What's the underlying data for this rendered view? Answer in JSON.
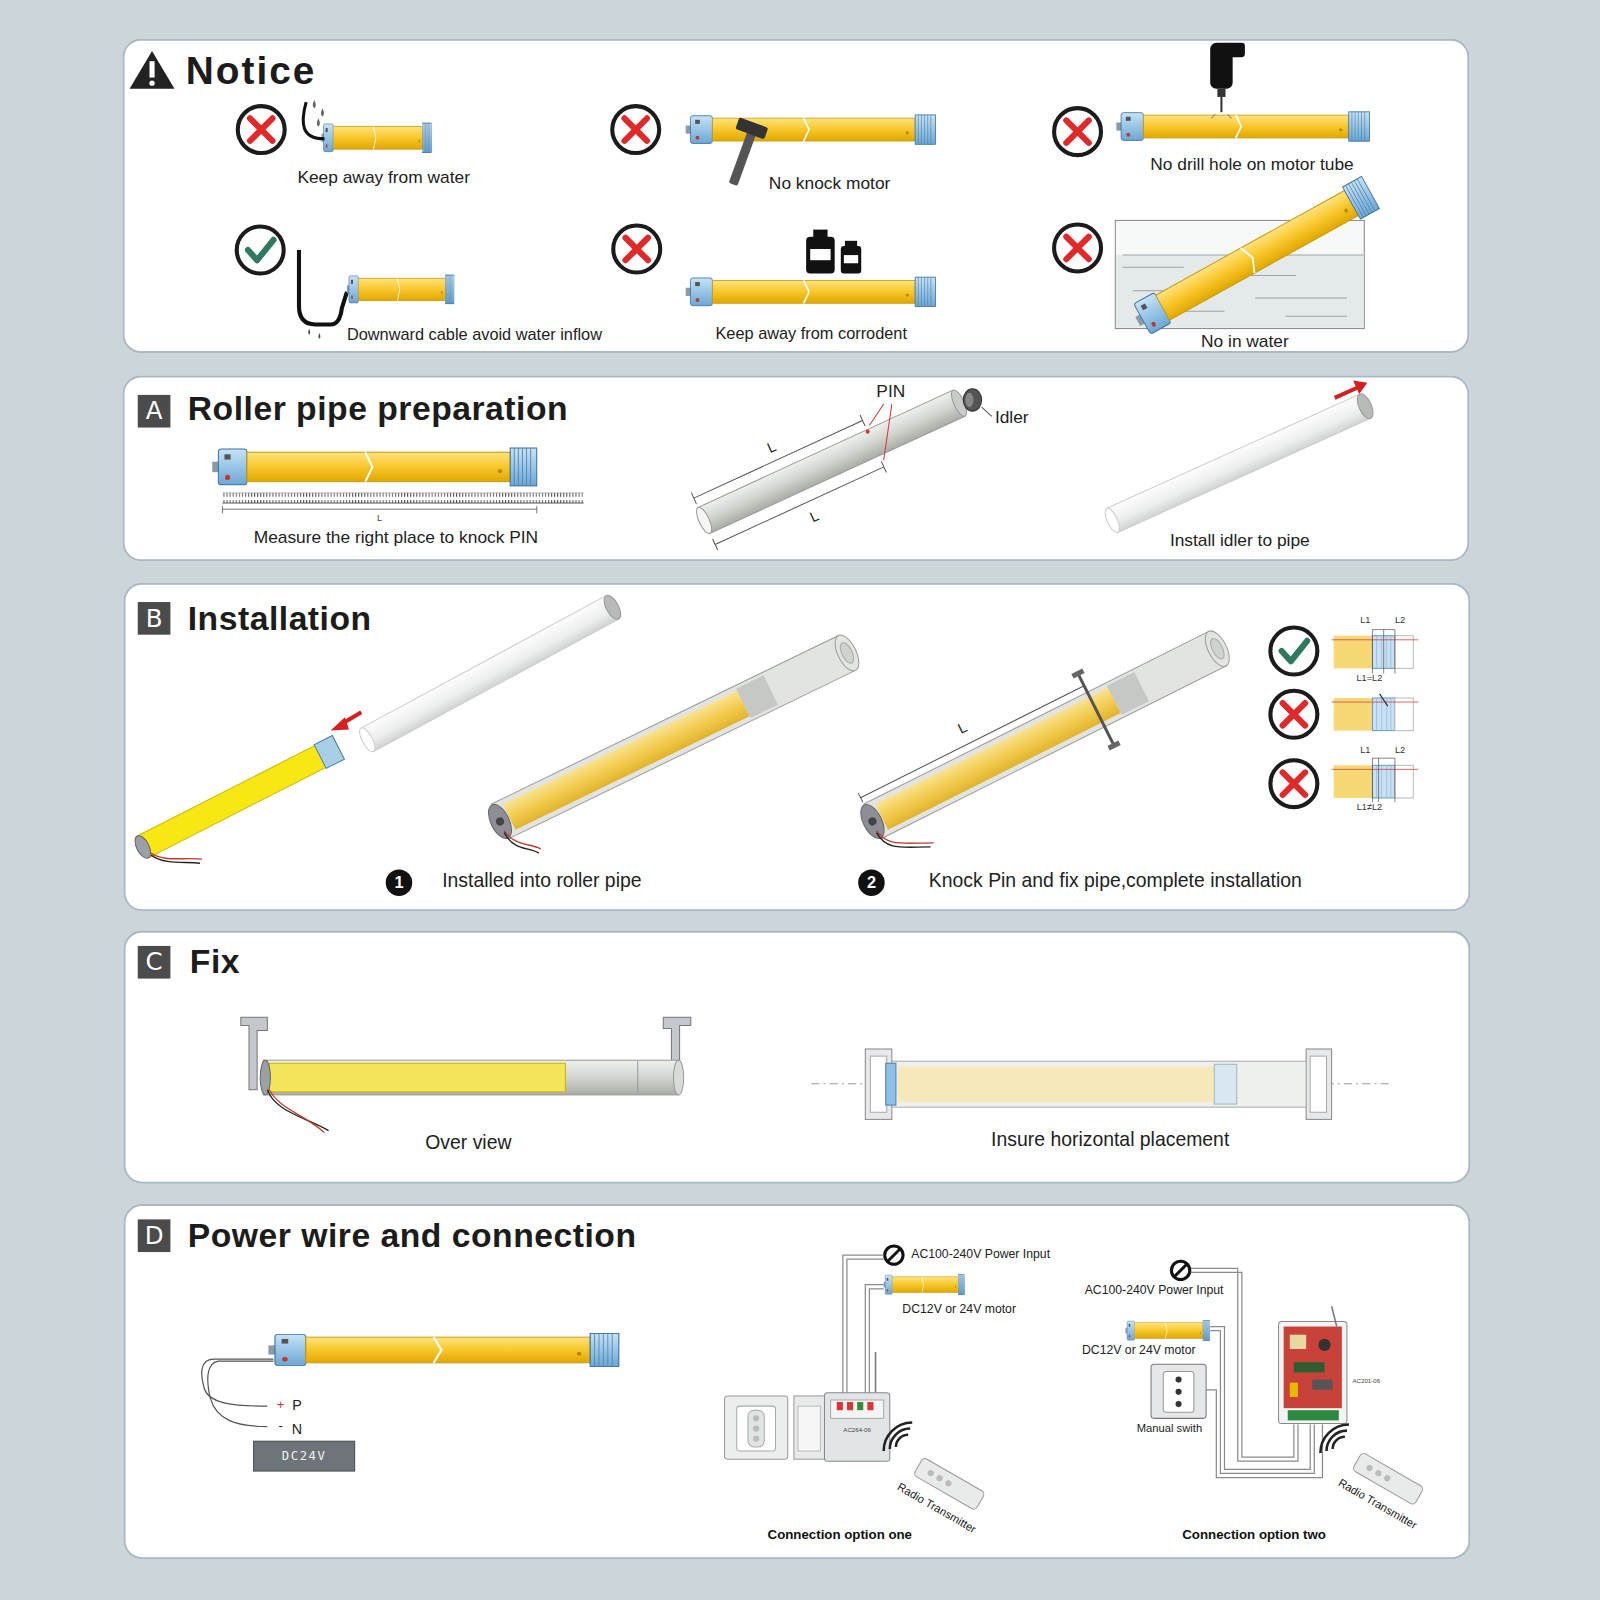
{
  "diagram": {
    "nodes": [
      {
        "text": [
          "Notice"
        ]
      },
      {
        "text": [
          "Roller pipe preparation"
        ]
      },
      {
        "text": [
          "A"
        ],
        "in": 1
      },
      {
        "text": [
          "Installation"
        ]
      },
      {
        "text": [
          "B"
        ],
        "in": 3
      },
      {
        "text": [
          "1"
        ],
        "in": 3
      },
      {
        "text": [
          "2"
        ],
        "in": 3
      },
      {
        "text": [
          "Fix"
        ]
      },
      {
        "text": [
          "C"
        ],
        "in": 7
      },
      {
        "text": [
          "Power wire and connection"
        ]
      },
      {
        "text": [
          "D"
        ],
        "in": 9
      },
      {
        "text": [
          "DC24V"
        ],
        "in": 9
      }
    ],
    "labels": [
      "Keep away from water",
      "No knock motor",
      "No drill hole on motor tube",
      "Downward cable avoid water inflow",
      "Keep away from corrodent",
      "No in water",
      "Measure the right place to knock PIN",
      "L",
      "PIN",
      "Idler",
      "L",
      "L",
      "Install idler to pipe",
      "Installed into roller pipe",
      "L",
      "Knock Pin and fix pipe,complete installation",
      "L1",
      "L2",
      "L1=L2",
      "L1",
      "L2",
      "L1≠L2",
      "Over view",
      "Insure horizontal placement",
      "+",
      "P",
      "-",
      "N",
      "AC100-240V Power Input",
      "DC12V or 24V motor",
      "AC264-06",
      "Radio Transmitter",
      "Connection option one",
      "AC100-240V Power Input",
      "DC12V or 24V motor",
      "Manual swith",
      "AC201-06",
      "Radio Transmitter",
      "Connection option two"
    ]
  }
}
